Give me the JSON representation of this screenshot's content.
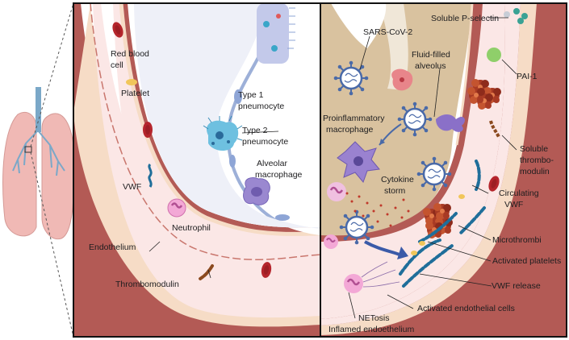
{
  "colors": {
    "vessel_wall": "#b35a55",
    "vessel_wall_light": "#d98b83",
    "endothelium": "#f6dcc6",
    "lumen": "#fbe7e6",
    "alveolus_fluid": "#d9c29f",
    "alveolus_air": "#ffffff",
    "red_blood_cell": "#b5252c",
    "virus_blue": "#4a6aa8",
    "vwf": "#1f6e9a",
    "neutrophil": "#e58cc5",
    "macrophage": "#8a78c8",
    "thrombus": "#a83a24",
    "pai1": "#8fcf6a",
    "p_selectin": "#3aa294",
    "panel_border": "#111111"
  },
  "labels": {
    "red_blood_cell": [
      "Red blood",
      "cell"
    ],
    "platelet": "Platelet",
    "vwf_left": "VWF",
    "neutrophil": "Neutrophil",
    "endothelium": "Endothelium",
    "thrombomodulin": "Thrombomodulin",
    "type1": [
      "Type 1",
      "pneumocyte"
    ],
    "type2": [
      "Type 2",
      "pneumocyte"
    ],
    "alveolar_macrophage": [
      "Alveolar",
      "macrophage"
    ],
    "sars": "SARS-CoV-2",
    "fluid_alveolus": [
      "Fluid-filled",
      "alveolus"
    ],
    "proinflammatory": [
      "Proinflammatory",
      "macrophage"
    ],
    "cytokine": [
      "Cytokine",
      "storm"
    ],
    "soluble_pselectin": "Soluble P-selectin",
    "pai1": "PAI-1",
    "soluble_tm": [
      "Soluble",
      "thrombo-",
      "modulin"
    ],
    "circulating_vwf": [
      "Circulating",
      "VWF"
    ],
    "microthrombi": "Microthrombi",
    "activated_platelets": "Activated platelets",
    "vwf_release": "VWF release",
    "activated_endothelial": "Activated endothelial cells",
    "netosis": "NETosis",
    "inflamed_endo": "Inflamed endoethelium"
  }
}
